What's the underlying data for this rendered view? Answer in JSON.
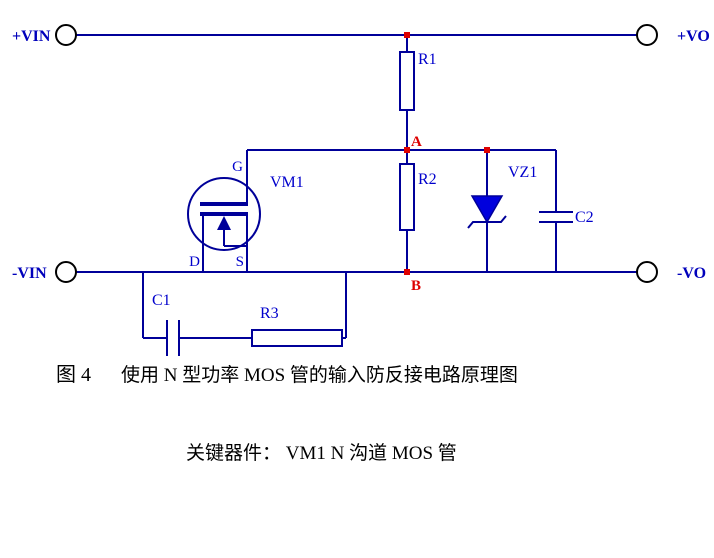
{
  "terminals": {
    "vin_plus": "+VIN",
    "vo_plus": "+VO",
    "vin_minus": "-VIN",
    "vo_minus": "-VO"
  },
  "components": {
    "r1": "R1",
    "r2": "R2",
    "r3": "R3",
    "c1": "C1",
    "c2": "C2",
    "vz1": "VZ1",
    "vm1": "VM1"
  },
  "mosfet_pins": {
    "gate": "G",
    "drain": "D",
    "source": "S"
  },
  "nodes": {
    "a": "A",
    "b": "B"
  },
  "captions": {
    "figure_label": "图  4",
    "figure_title": "使用 N 型功率 MOS 管的输入防反接电路原理图",
    "key_component": "关键器件：  VM1   N 沟道 MOS  管"
  },
  "colors": {
    "wire": "#000099",
    "component_label": "#0000cc",
    "node_dot": "#dd0000",
    "zener_fill": "#0000dd",
    "terminal_stroke": "#000000"
  }
}
